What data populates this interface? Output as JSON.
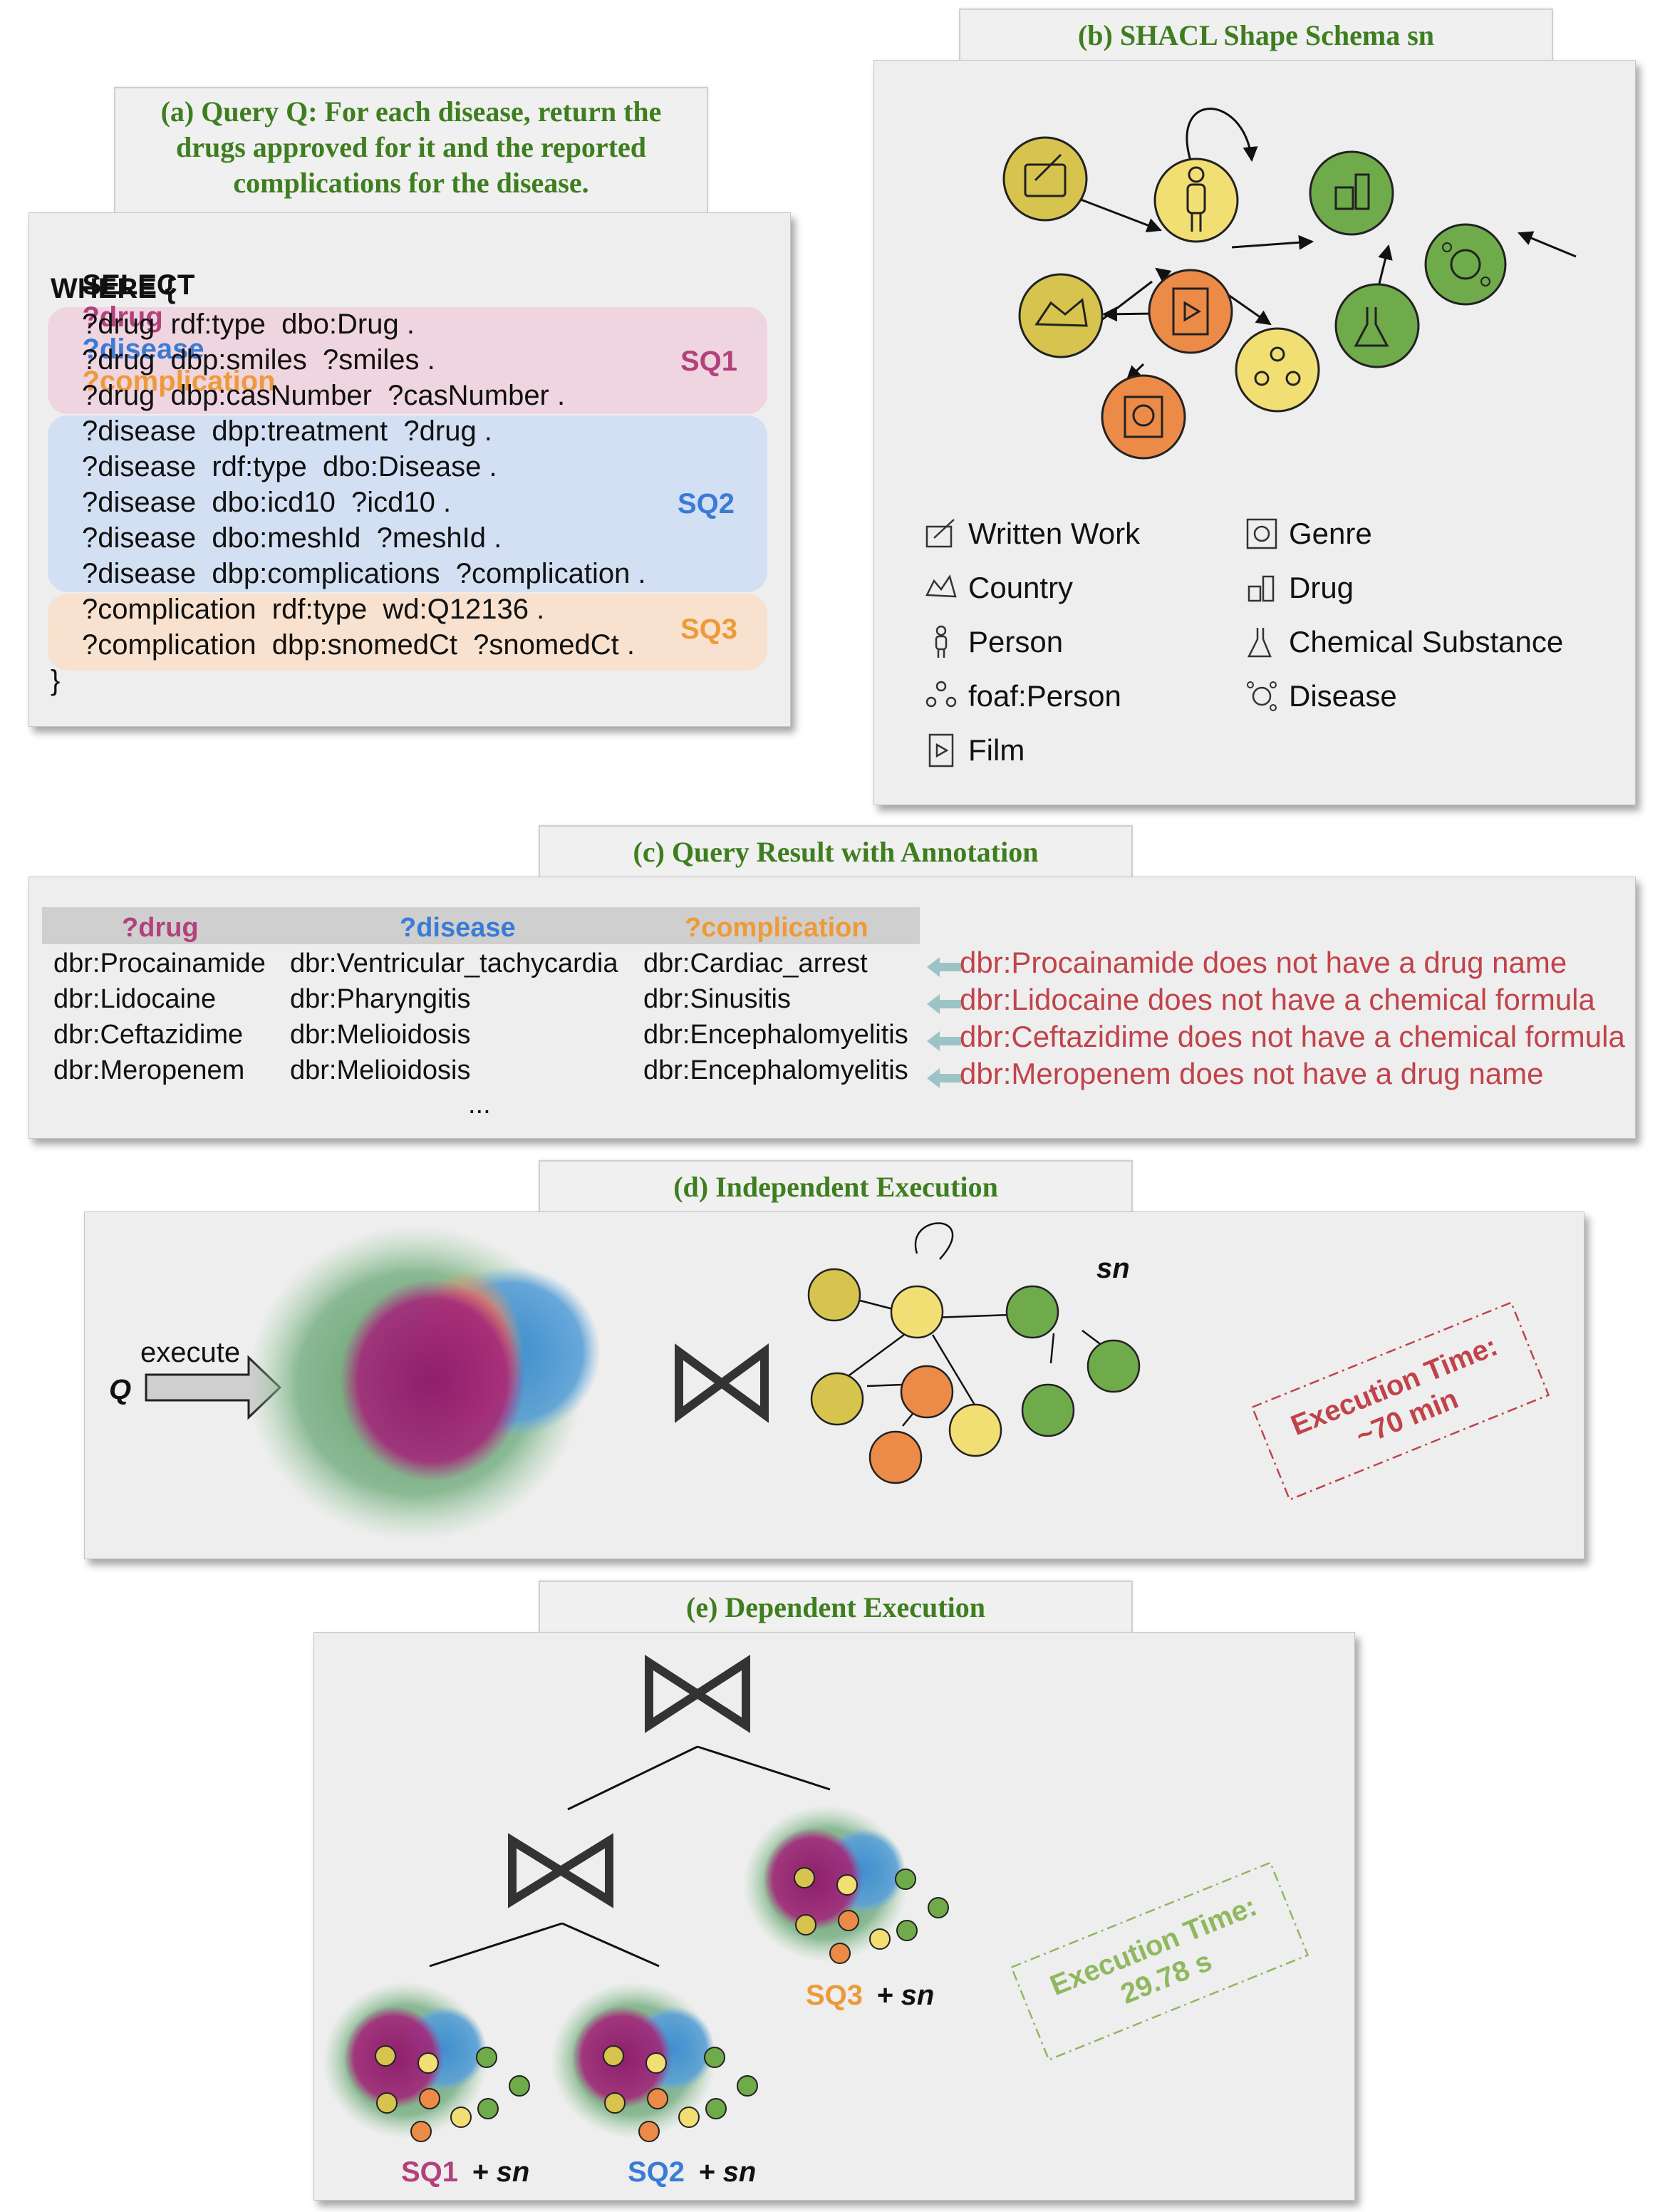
{
  "panel_a": {
    "title_line1": "(a) Query Q: For each disease, return the",
    "title_line2": "drugs approved for it and the reported",
    "title_line3": "complications for the disease.",
    "select_kw": "SELECT",
    "var_drug": "?drug",
    "var_disease": "?disease",
    "var_complication": "?complication",
    "where_kw": "WHERE {",
    "close": "}",
    "sq1_lines": [
      "?drug  rdf:type  dbo:Drug .",
      "?drug  dbp:smiles  ?smiles .",
      "?drug  dbp:casNumber  ?casNumber ."
    ],
    "sq2_lines": [
      "?disease  dbp:treatment  ?drug .",
      "?disease  rdf:type  dbo:Disease .",
      "?disease  dbo:icd10  ?icd10 .",
      "?disease  dbo:meshId  ?meshId .",
      "?disease  dbp:complications  ?complication ."
    ],
    "sq3_lines": [
      "?complication  rdf:type  wd:Q12136 .",
      "?complication  dbp:snomedCt  ?snomedCt ."
    ],
    "sq1": "SQ1",
    "sq2": "SQ2",
    "sq3": "SQ3"
  },
  "panel_b": {
    "title": "(b) SHACL Shape Schema sn",
    "legend_left": [
      "Written Work",
      "Country",
      "Person",
      "foaf:Person",
      "Film"
    ],
    "legend_right": [
      "Genre",
      "Drug",
      "Chemical Substance",
      "Disease"
    ]
  },
  "panel_c": {
    "title": "(c) Query Result with Annotation",
    "headers": [
      "?drug",
      "?disease",
      "?complication"
    ],
    "rows": [
      [
        "dbr:Procainamide",
        "dbr:Ventricular_tachycardia",
        "dbr:Cardiac_arrest"
      ],
      [
        "dbr:Lidocaine",
        "dbr:Pharyngitis",
        "dbr:Sinusitis"
      ],
      [
        "dbr:Ceftazidime",
        "dbr:Melioidosis",
        "dbr:Encephalomyelitis"
      ],
      [
        "dbr:Meropenem",
        "dbr:Melioidosis",
        "dbr:Encephalomyelitis"
      ]
    ],
    "ellipsis": "...",
    "annotations": [
      "dbr:Procainamide does not have a drug name",
      "dbr:Lidocaine does not have a chemical formula",
      "dbr:Ceftazidime does not have a chemical formula",
      "dbr:Meropenem does not have a drug name"
    ]
  },
  "panel_d": {
    "title": "(d) Independent Execution",
    "q_label": "Q",
    "execute": "execute",
    "sn_label": "sn",
    "time_line1": "Execution Time:",
    "time_line2": "~70 min"
  },
  "panel_e": {
    "title": "(e) Dependent Execution",
    "sq1": "SQ1",
    "sq2": "SQ2",
    "sq3": "SQ3",
    "plus_sn": "+ sn",
    "time_line1": "Execution Time:",
    "time_line2": "29.78 s"
  },
  "colors": {
    "title_green": "#3e7e1f",
    "drug_purple": "#b3417d",
    "disease_blue": "#3a7bd5",
    "complication_orange": "#ee9a3a",
    "sq1_bg": "#efd5df",
    "sq2_bg": "#d3e0f3",
    "sq3_bg": "#f8e2cf",
    "annotation_red": "#c1434a",
    "node_yellow": "#f2df74",
    "node_olive": "#d7c44e",
    "node_green": "#6fab4b",
    "node_orange": "#ec8a47"
  }
}
